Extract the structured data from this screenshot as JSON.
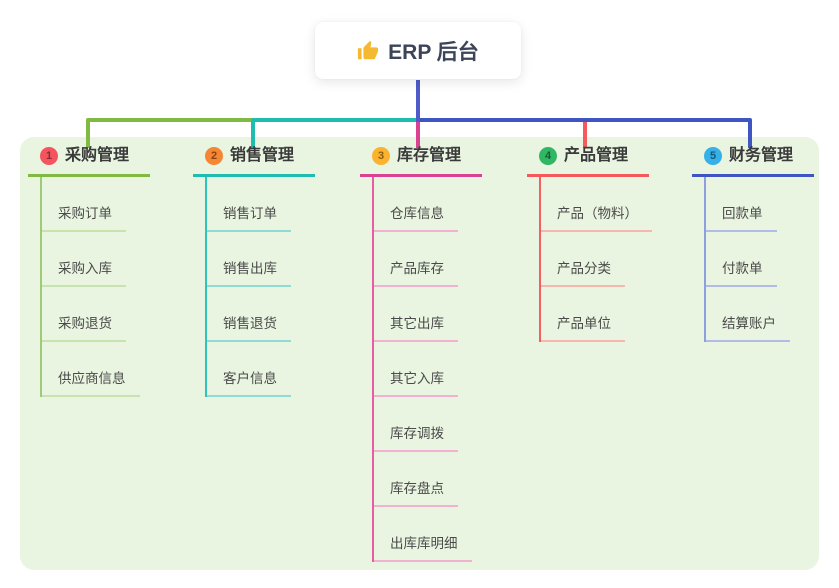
{
  "root": {
    "title": "ERP 后台",
    "icon": "thumbs-up",
    "icon_color": "#f5b831",
    "text_color": "#3c4457",
    "stem_color": "#4d5cc9"
  },
  "panel": {
    "background": "#e9f5e0"
  },
  "branches": [
    {
      "badge": {
        "number": "1",
        "bg": "#f4545e",
        "fg": "#8c2b33"
      },
      "label": "采购管理",
      "color": "#80ba42",
      "line_color": "#9ecb77",
      "light_color": "#c7e4ae",
      "children": [
        "采购订单",
        "采购入库",
        "采购退货",
        "供应商信息"
      ]
    },
    {
      "badge": {
        "number": "2",
        "bg": "#f58634",
        "fg": "#8a4314"
      },
      "label": "销售管理",
      "color": "#1fbdb0",
      "line_color": "#2fc4b9",
      "light_color": "#8edcd4",
      "children": [
        "销售订单",
        "销售出库",
        "销售退货",
        "客户信息"
      ]
    },
    {
      "badge": {
        "number": "3",
        "bg": "#fbb32f",
        "fg": "#8a5c12"
      },
      "label": "库存管理",
      "color": "#da4190",
      "line_color": "#e55ea1",
      "light_color": "#f0b2d0",
      "children": [
        "仓库信息",
        "产品库存",
        "其它出库",
        "其它入库",
        "库存调拨",
        "库存盘点",
        "出库库明细"
      ]
    },
    {
      "badge": {
        "number": "4",
        "bg": "#2fb764",
        "fg": "#175c34"
      },
      "label": "产品管理",
      "color": "#f4595c",
      "line_color": "#f4605f",
      "light_color": "#f8b7ae",
      "children": [
        "产品（物料）",
        "产品分类",
        "产品单位"
      ]
    },
    {
      "badge": {
        "number": "5",
        "bg": "#35b0e8",
        "fg": "#175a77"
      },
      "label": "财务管理",
      "color": "#3e55c2",
      "line_color": "#8d9fdc",
      "light_color": "#b0bce6",
      "children": [
        "回款单",
        "付款单",
        "结算账户"
      ]
    }
  ]
}
